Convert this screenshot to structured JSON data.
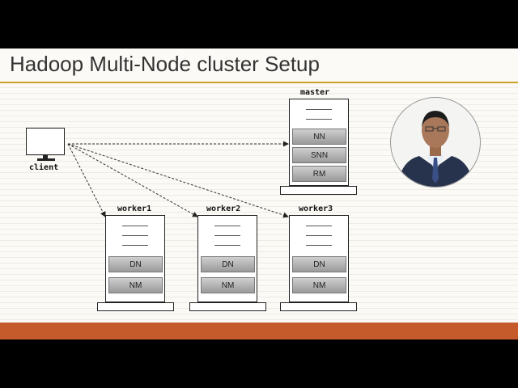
{
  "slide": {
    "title": "Hadoop Multi-Node cluster Setup"
  },
  "client": {
    "label": "client"
  },
  "master": {
    "label": "master",
    "services": [
      "NN",
      "SNN",
      "RM"
    ]
  },
  "workers": [
    {
      "label": "worker1",
      "services": [
        "DN",
        "NM"
      ]
    },
    {
      "label": "worker2",
      "services": [
        "DN",
        "NM"
      ]
    },
    {
      "label": "worker3",
      "services": [
        "DN",
        "NM"
      ]
    }
  ],
  "colors": {
    "accent_rule": "#c9a227",
    "bottom_bar": "#c55a2a"
  }
}
